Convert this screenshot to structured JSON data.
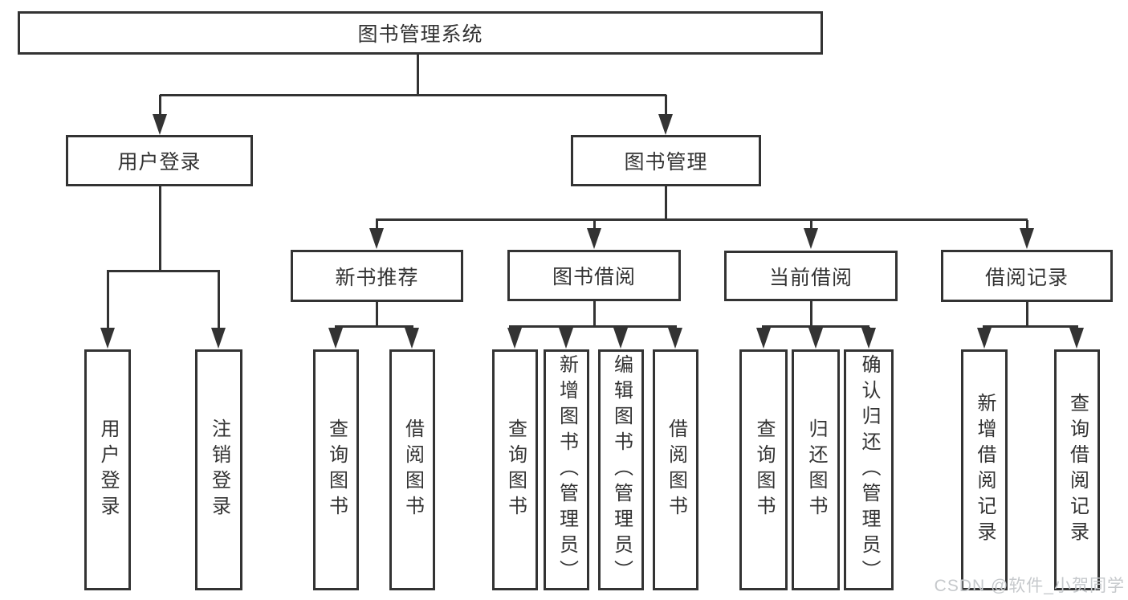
{
  "tree": {
    "root": "图书管理系统",
    "level2": [
      "用户登录",
      "图书管理"
    ],
    "level3": [
      "新书推荐",
      "图书借阅",
      "当前借阅",
      "借阅记录"
    ],
    "level4": {
      "user_login": [
        "用户登录",
        "注销登录"
      ],
      "new_books": [
        "查询图书",
        "借阅图书"
      ],
      "book_borrow": [
        "查询图书",
        "新增图书（管理员）",
        "编辑图书（管理员）",
        "借阅图书"
      ],
      "current_borrow": [
        "查询图书",
        "归还图书",
        "确认归还（管理员）"
      ],
      "borrow_records": [
        "新增借阅记录",
        "查询借阅记录"
      ]
    }
  },
  "watermark": "CSDN @软件_小贺同学",
  "colors": {
    "line": "#333333",
    "text": "#333333",
    "watermark_text": "#c6c9cc",
    "background": "#ffffff"
  }
}
